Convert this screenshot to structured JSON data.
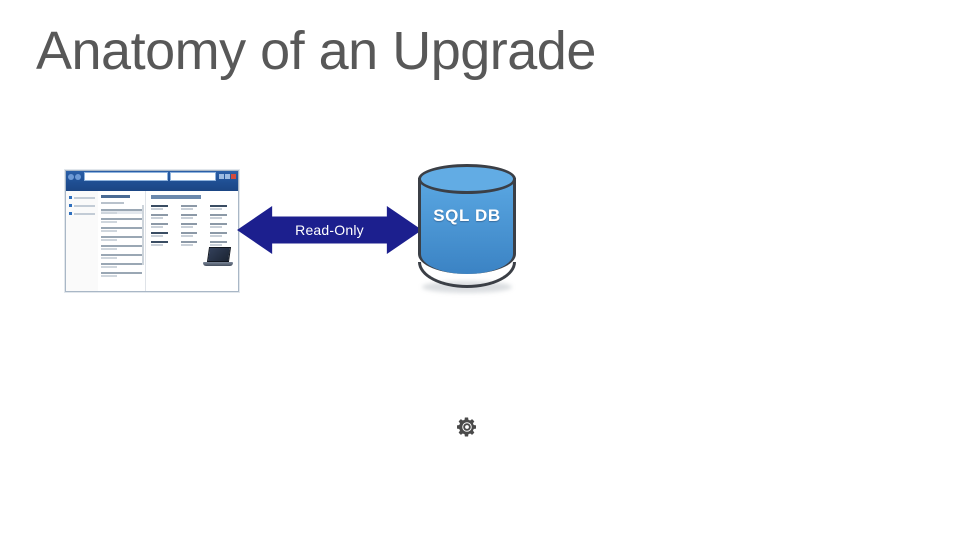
{
  "slide": {
    "title": "Anatomy of an Upgrade",
    "background_color": "#ffffff",
    "title_color": "#585858"
  },
  "diagram": {
    "connector": {
      "label": "Read-Only",
      "shape": "double-headed-arrow",
      "color": "#1c1f8e",
      "label_color": "#ffffff"
    },
    "database": {
      "label": "SQL DB",
      "shape": "cylinder",
      "fill_top": "#62ace4",
      "fill_bottom": "#3b83c4",
      "outline_color": "#3b3f46",
      "label_color": "#ffffff"
    },
    "gear": {
      "icon": "gear-icon",
      "color": "#4a4a4a"
    },
    "browser": {
      "icon": "browser-window-screenshot",
      "chrome_color": "#1f4f93",
      "url_text": "",
      "tabs": [
        "",
        ""
      ],
      "product_image": "laptop-photo"
    }
  }
}
